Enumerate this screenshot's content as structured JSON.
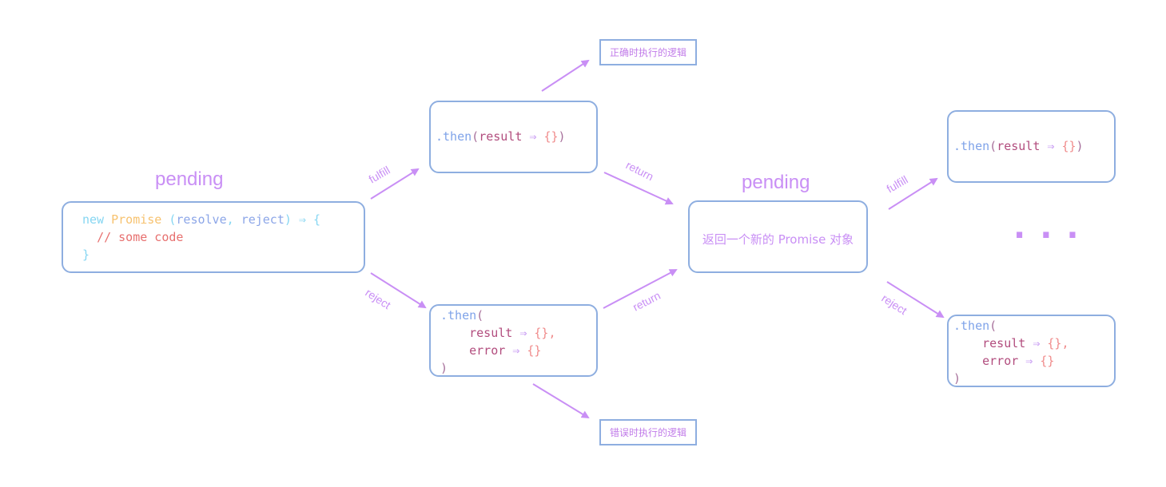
{
  "states": {
    "pending_1": "pending",
    "pending_2": "pending"
  },
  "executor": {
    "kw_new": "new",
    "cls_promise": "Promise",
    "open_paren": " (",
    "param_resolve": "resolve",
    "comma": ",",
    "param_reject": "reject",
    "close_arrow": ") ⇒ {",
    "comment": "// some code",
    "close": "}"
  },
  "then_fulfill": {
    "fn": ".then",
    "open": "(",
    "var": "result",
    "arrow": " ⇒ ",
    "brace": "{}",
    "close": ")"
  },
  "then_reject": {
    "fn": ".then",
    "open": "(",
    "result": "result",
    "arrow1": " ⇒ ",
    "brace1": "{},",
    "error": "error",
    "arrow2": " ⇒ ",
    "brace2": "{}",
    "close": ")"
  },
  "new_promise_text": "返回一个新的 Promise 对象",
  "notes": {
    "success": "正确时执行的逻辑",
    "error": "错误时执行的逻辑"
  },
  "edge_labels": {
    "fulfill_1": "fulfill",
    "reject_1": "reject",
    "return_1": "return",
    "return_2": "return",
    "fulfill_2": "fulfill",
    "reject_2": "reject"
  },
  "ellipsis": "···",
  "colors": {
    "accent": "#c98ff5",
    "border": "#8eaee0"
  }
}
